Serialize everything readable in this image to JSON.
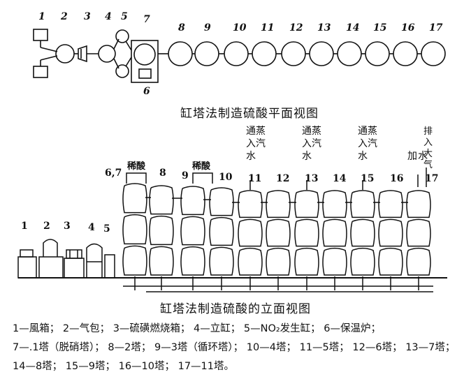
{
  "plan": {
    "numbers": [
      "1",
      "2",
      "3",
      "4",
      "5",
      "7",
      "8",
      "9",
      "10",
      "11",
      "12",
      "13",
      "14",
      "15",
      "16",
      "17",
      "6"
    ],
    "caption": "缸塔法制造硫酸平面视图"
  },
  "elevation": {
    "numbers": [
      "1",
      "2",
      "3",
      "4",
      "5",
      "6,7",
      "8",
      "9",
      "10",
      "11",
      "12",
      "13",
      "14",
      "15",
      "16",
      "17"
    ],
    "dilute_acid_label": "稀酸",
    "steam_water_label": [
      "通蒸",
      "入汽",
      "水"
    ],
    "add_water_label": [
      "加",
      "水"
    ],
    "vent_label": [
      "排",
      "入",
      "大",
      "气"
    ],
    "caption": "缸塔法制造硫酸的立面视图"
  },
  "legend": [
    "1—風箱；",
    "2—气包；",
    "3—硫磺燃烧箱；",
    "4—立缸；",
    "5—NO₂发生缸；",
    "6—保温炉；",
    "7—.1塔（脱硝塔）；",
    "8—2塔；",
    "9—3塔（循环塔）；",
    "10—4塔；",
    "11—5塔；",
    "12—6塔；",
    "13—7塔；",
    "14—8塔；",
    "15—9塔；",
    "16—10塔；",
    "17—11塔。"
  ]
}
